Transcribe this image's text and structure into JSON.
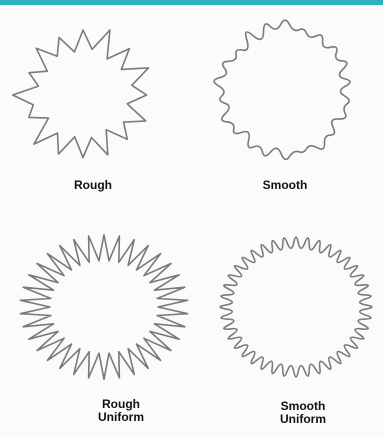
{
  "accent_bar_color": "#2bb3c0",
  "stroke_color": "#7a7a7a",
  "panels": [
    {
      "name": "rough",
      "label_lines": [
        "Rough"
      ],
      "shape": "irregular-starburst",
      "points": 16,
      "style": "rough"
    },
    {
      "name": "smooth",
      "label_lines": [
        "Smooth"
      ],
      "shape": "irregular-starburst",
      "points": 22,
      "style": "smooth"
    },
    {
      "name": "rough-uniform",
      "label_lines": [
        "Rough",
        "Uniform"
      ],
      "shape": "uniform-sunburst",
      "points": 34,
      "style": "rough"
    },
    {
      "name": "smooth-uniform",
      "label_lines": [
        "Smooth",
        "Uniform"
      ],
      "shape": "uniform-sunburst",
      "points": 40,
      "style": "smooth"
    }
  ]
}
